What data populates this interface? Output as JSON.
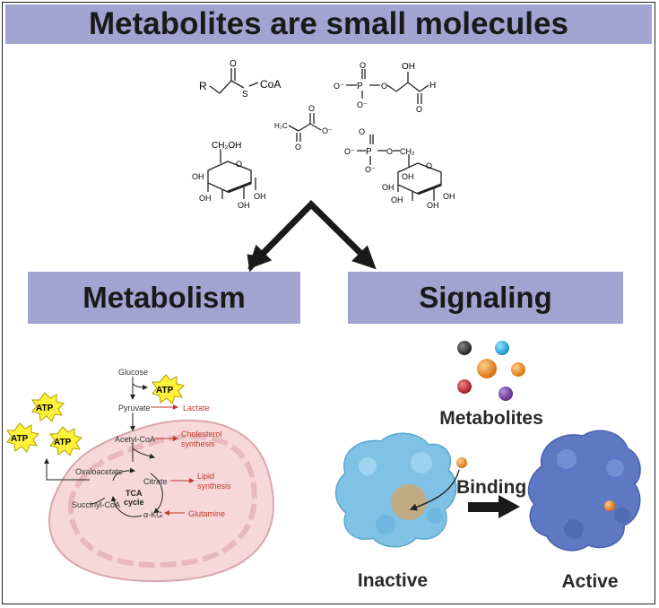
{
  "title": "Metabolites are small molecules",
  "molecules": {
    "acyl_coa": {
      "r": "R",
      "s": "S",
      "coa": "CoA",
      "o": "O"
    },
    "phospho_aldehyde": {
      "oh": "OH",
      "h": "H",
      "p": "P",
      "o": "O",
      "o_minus": "O⁻",
      "o_minus_2": "O⁻",
      "o_ring": "O",
      "o_double": "O",
      "o_aldehyde": "O"
    },
    "pyruvate": {
      "h3c": "H₃C",
      "o_minus": "O⁻",
      "o_top": "O",
      "o_bottom": "O"
    },
    "glucose": {
      "ch2oh": "CH₂OH",
      "o": "O",
      "oh1": "OH",
      "oh2": "OH",
      "oh3": "OH",
      "oh4": "OH"
    },
    "glucose_phosphate": {
      "p": "P",
      "o_minus": "O⁻",
      "o_minus_2": "O⁻",
      "o_top": "O",
      "o_link": "O",
      "ch2": "CH₂",
      "o": "O",
      "oh1": "OH",
      "oh2": "OH",
      "oh3": "OH",
      "oh4": "OH"
    }
  },
  "metabolism": {
    "header": "Metabolism",
    "glucose": "Glucose",
    "pyruvate": "Pyruvate",
    "lactate": "Lactate",
    "acetyl_coa": "Acetyl-CoA",
    "cholesterol_line1": "Cholesterol",
    "cholesterol_line2": "synthesis",
    "oxaloacetate": "Oxaloacetate",
    "citrate": "Citrate",
    "lipid_line1": "Lipid",
    "lipid_line2": "synthesis",
    "tca_line1": "TCA",
    "tca_line2": "cycle",
    "succinyl_coa": "Succinyl-CoA",
    "akg": "α-KG",
    "glutamine": "Glutamine",
    "atp": [
      "ATP",
      "ATP",
      "ATP",
      "ATP"
    ]
  },
  "signaling": {
    "header": "Signaling",
    "metabolites_label": "Metabolites",
    "binding_label": "Binding",
    "inactive_label": "Inactive",
    "active_label": "Active"
  },
  "colors": {
    "banner": "#a3a3d2",
    "red_text": "#c0392b",
    "protein_inactive": "#7fc2e6",
    "protein_active": "#5f78c3",
    "metabolite_orange": "#e67e22",
    "mito_fill": "#f6d7da"
  }
}
